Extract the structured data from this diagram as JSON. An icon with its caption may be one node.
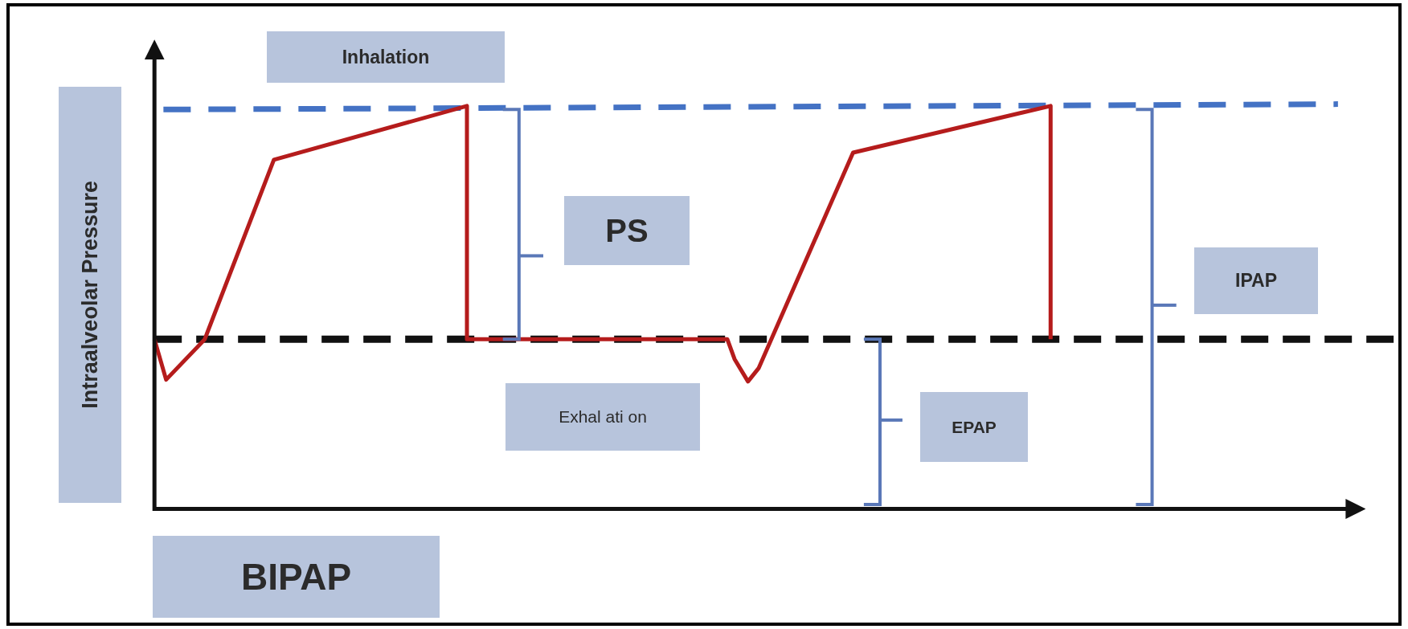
{
  "diagram": {
    "nodes": [
      {
        "text": [
          "Inhalation"
        ]
      },
      {
        "text": [
          "Intraalveolar Pressure"
        ]
      },
      {
        "text": [
          "PS"
        ]
      },
      {
        "text": [
          "IPAP"
        ]
      },
      {
        "text": [
          "Exhal ati on"
        ]
      },
      {
        "text": [
          "EPAP"
        ]
      },
      {
        "text": [
          "BIPAP"
        ]
      }
    ]
  }
}
